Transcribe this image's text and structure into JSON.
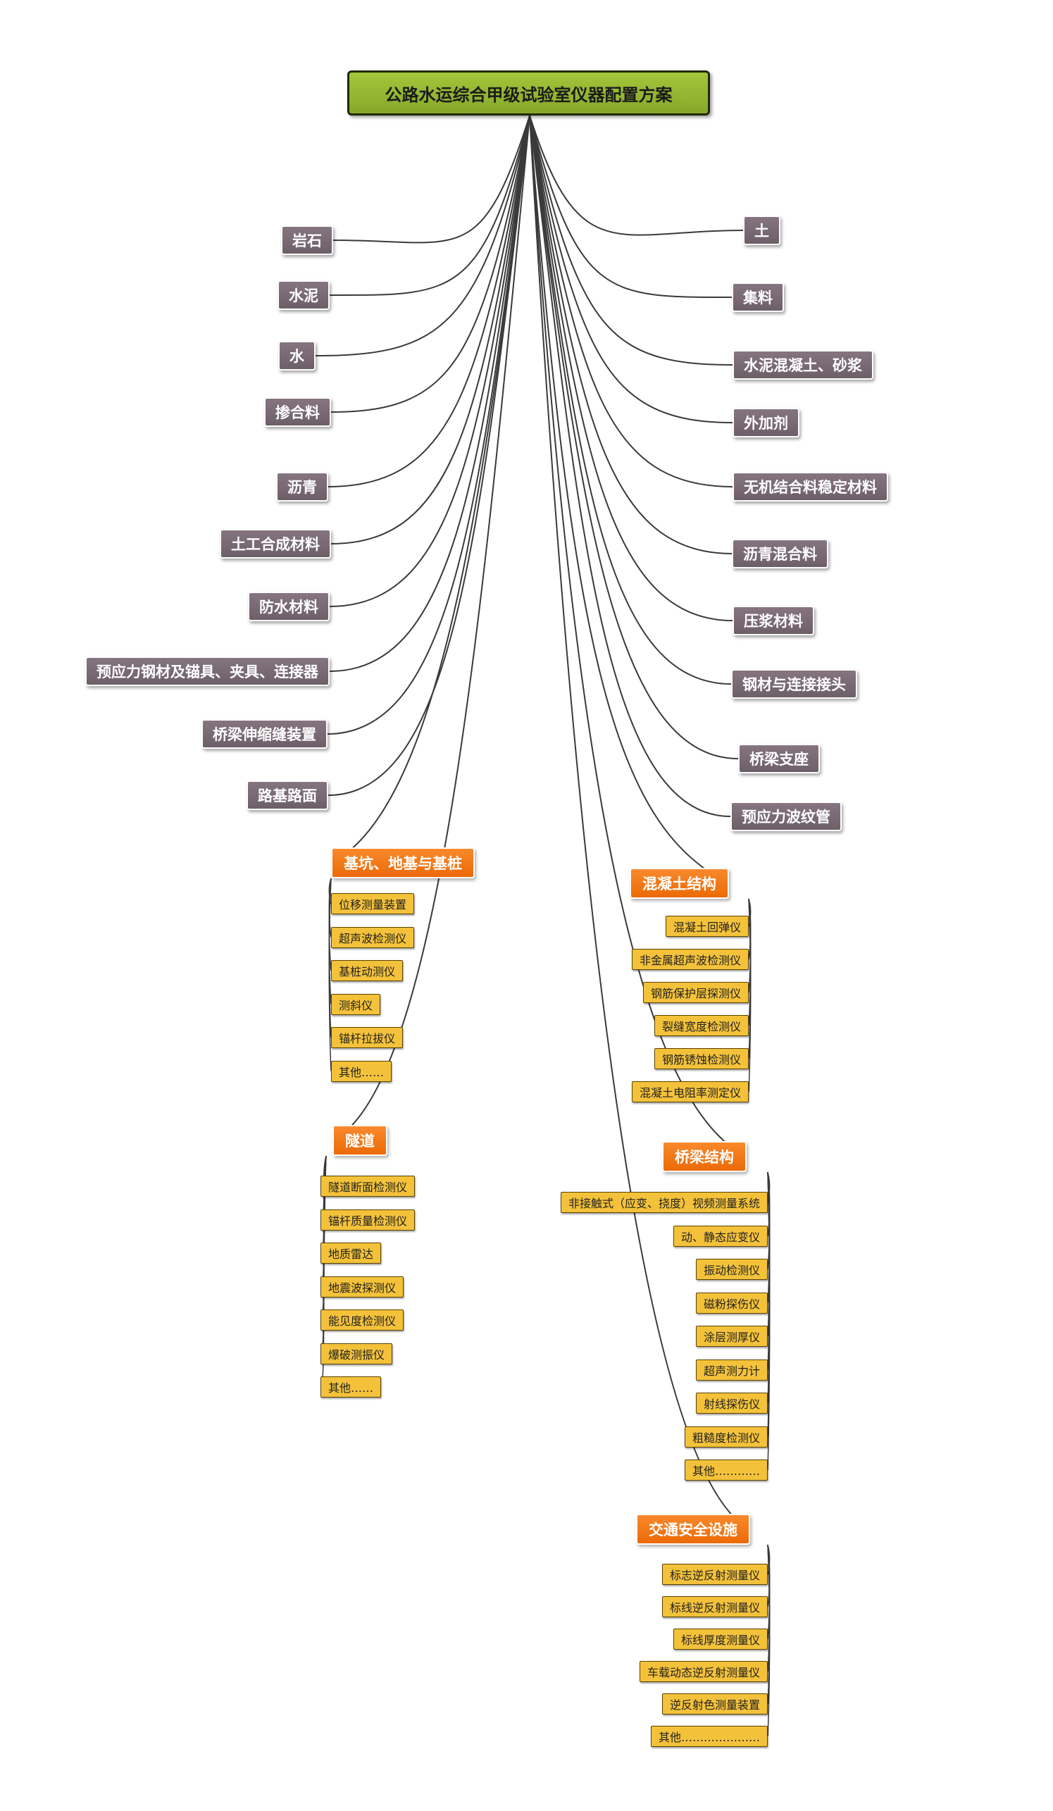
{
  "root": {
    "label": "公路水运综合甲级试验室仪器配置方案"
  },
  "left_topics": [
    "岩石",
    "水泥",
    "水",
    "掺合料",
    "沥青",
    "土工合成材料",
    "防水材料",
    "预应力钢材及锚具、夹具、连接器",
    "桥梁伸缩缝装置",
    "路基路面"
  ],
  "right_topics": [
    "土",
    "集料",
    "水泥混凝土、砂浆",
    "外加剂",
    "无机结合料稳定材料",
    "沥青混合料",
    "压浆材料",
    "钢材与连接接头",
    "桥梁支座",
    "预应力波纹管"
  ],
  "groups": {
    "foundation": {
      "label": "基坑、地基与基桩",
      "items": [
        "位移测量装置",
        "超声波检测仪",
        "基桩动测仪",
        "测斜仪",
        "锚杆拉拔仪",
        "其他……"
      ]
    },
    "tunnel": {
      "label": "隧道",
      "items": [
        "隧道断面检测仪",
        "锚杆质量检测仪",
        "地质雷达",
        "地震波探测仪",
        "能见度检测仪",
        "爆破测振仪",
        "其他……"
      ]
    },
    "concrete": {
      "label": "混凝土结构",
      "items": [
        "混凝土回弹仪",
        "非金属超声波检测仪",
        "钢筋保护层探测仪",
        "裂缝宽度检测仪",
        "钢筋锈蚀检测仪",
        "混凝土电阻率测定仪"
      ]
    },
    "bridge": {
      "label": "桥梁结构",
      "items": [
        "非接触式（应变、挠度）视频测量系统",
        "动、静态应变仪",
        "振动检测仪",
        "磁粉探伤仪",
        "涂层测厚仪",
        "超声测力计",
        "射线探伤仪",
        "粗糙度检测仪",
        "其他…………"
      ]
    },
    "traffic": {
      "label": "交通安全设施",
      "items": [
        "标志逆反射测量仪",
        "标线逆反射测量仪",
        "标线厚度测量仪",
        "车载动态逆反射测量仪",
        "逆反射色测量装置",
        "其他…………………"
      ]
    }
  },
  "colors": {
    "root_fill": "#9ab834",
    "topic_fill": "#7a6b75",
    "group_fill": "#f37a17",
    "leaf_fill": "#f4c23a",
    "connector": "#3a3a3a"
  }
}
